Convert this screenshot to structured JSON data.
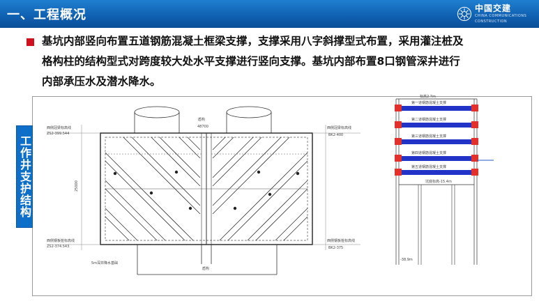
{
  "header": {
    "title": "一、工程概况",
    "logo_text": "中国交建",
    "logo_sub": "CHINA COMMUNICATIONS CONSTRUCTION"
  },
  "content": {
    "lines": [
      "基坑内部竖向布置五道钢筋混凝土框梁支撑，支撑采用八字斜撑型式布置，采用灌注桩及",
      "格构柱的结构型式对跨度较大处水平支撑进行竖向支撑。基坑内部布置8口钢管深井进行",
      "内部承压水及潜水降水。"
    ]
  },
  "side_label": "工作井支护结构",
  "colors": {
    "header_blue": "#0f5fb0",
    "bullet_red": "#d0101c",
    "label_blue": "#0e6fc9"
  },
  "drawing": {
    "plan_labels": {
      "top_center": "盾构",
      "top_dim": "48700",
      "left_top": "西侧冠梁标高线",
      "left_top_value": "ZS2-399.544",
      "right_top": "西侧冠梁标高线",
      "right_top_value": "BK2-400",
      "left_bottom": "西侧钢板桩标高线",
      "left_bottom_value": "ZS2-374.543",
      "right_bottom": "西侧钢板桩标高线",
      "right_bottom_value": "BK2-375",
      "bottom_note": "5m深井降水基础",
      "bottom_center": "盾构",
      "left_dim": "25000"
    },
    "section_labels": {
      "top_dim": "标高2.7m",
      "strut_1": "第一道钢筋混凝土支撑",
      "strut_2": "第二道钢筋混凝土支撑",
      "strut_3": "第三道钢筋混凝土支撑",
      "strut_4": "第四道钢筋混凝土支撑",
      "strut_5": "第五道钢筋混凝土支撑",
      "base": "坑底标高-15.4m",
      "pile_base": "-38.9m"
    }
  }
}
